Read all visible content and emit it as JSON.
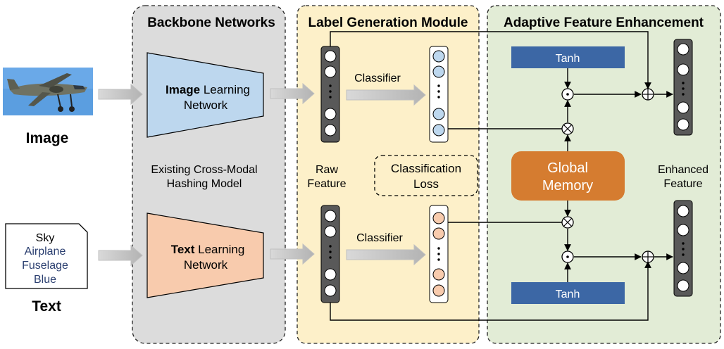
{
  "sections": {
    "backbone": "Backbone Networks",
    "label_gen": "Label Generation Module",
    "afe": "Adaptive Feature Enhancement"
  },
  "inputs": {
    "image_label": "Image",
    "text_label": "Text",
    "text_words": [
      "Sky",
      "Airplane",
      "Fuselage",
      "Blue"
    ]
  },
  "networks": {
    "image_bold": "Image",
    "image_rest1": " Learning",
    "image_line2": "Network",
    "text_bold": "Text",
    "text_rest1": " Learning",
    "text_line2": "Network"
  },
  "model_caption": {
    "line1": "Existing Cross-Modal",
    "line2": "Hashing Model"
  },
  "raw_feature": {
    "line1": "Raw",
    "line2": "Feature"
  },
  "classifier_label": "Classifier",
  "loss": {
    "line1": "Classification",
    "line2": "Loss"
  },
  "tanh_label": "Tanh",
  "memory": {
    "line1": "Global",
    "line2": "Memory"
  },
  "enhanced": {
    "line1": "Enhanced",
    "line2": "Feature"
  },
  "colors": {
    "backbone_bg": "#dcdcdc",
    "label_bg": "#fdf0c9",
    "afe_bg": "#e2ecd6",
    "image_net": "#bdd7ee",
    "text_net": "#f8cbad",
    "tanh": "#3c67a5",
    "memory": "#d57c30",
    "blue_node": "#bdd7ee",
    "orange_node": "#f8cbad"
  }
}
